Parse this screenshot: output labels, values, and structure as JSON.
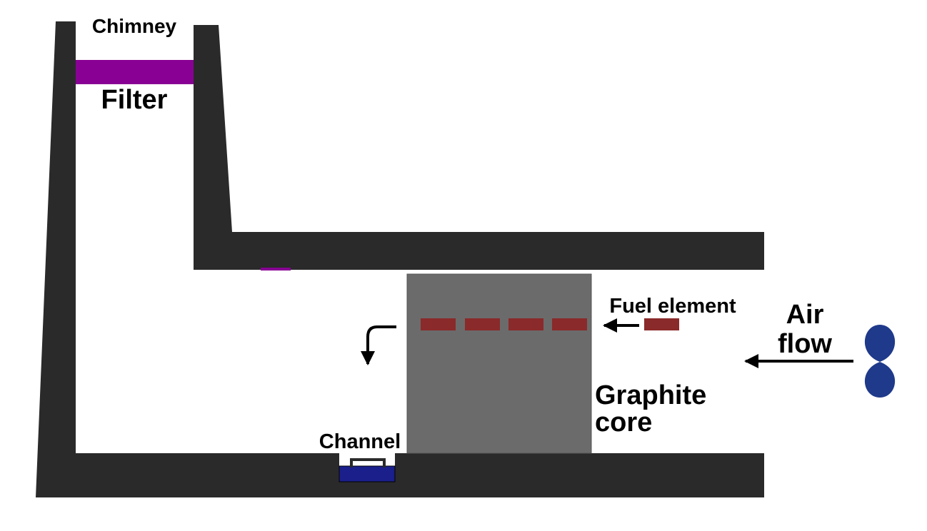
{
  "labels": {
    "chimney": "Chimney",
    "filter": "Filter",
    "fuel_element": "Fuel element",
    "air_flow_line1": "Air",
    "air_flow_line2": "flow",
    "graphite_line1": "Graphite",
    "graphite_line2": "core",
    "channel": "Channel"
  },
  "colors": {
    "wall": "#2a2a2a",
    "filter": "#880094",
    "graphite": "#6b6b6b",
    "fuel": "#8b2a2a",
    "water": "#1a1f8c",
    "fan": "#1f3a8a",
    "arrow": "#000000"
  },
  "icons": {
    "fan": "fan-propeller-icon",
    "airflow_arrow": "arrow-left-icon",
    "fuel_arrow": "arrow-left-icon",
    "exit_arrow": "curved-arrow-down-icon"
  }
}
